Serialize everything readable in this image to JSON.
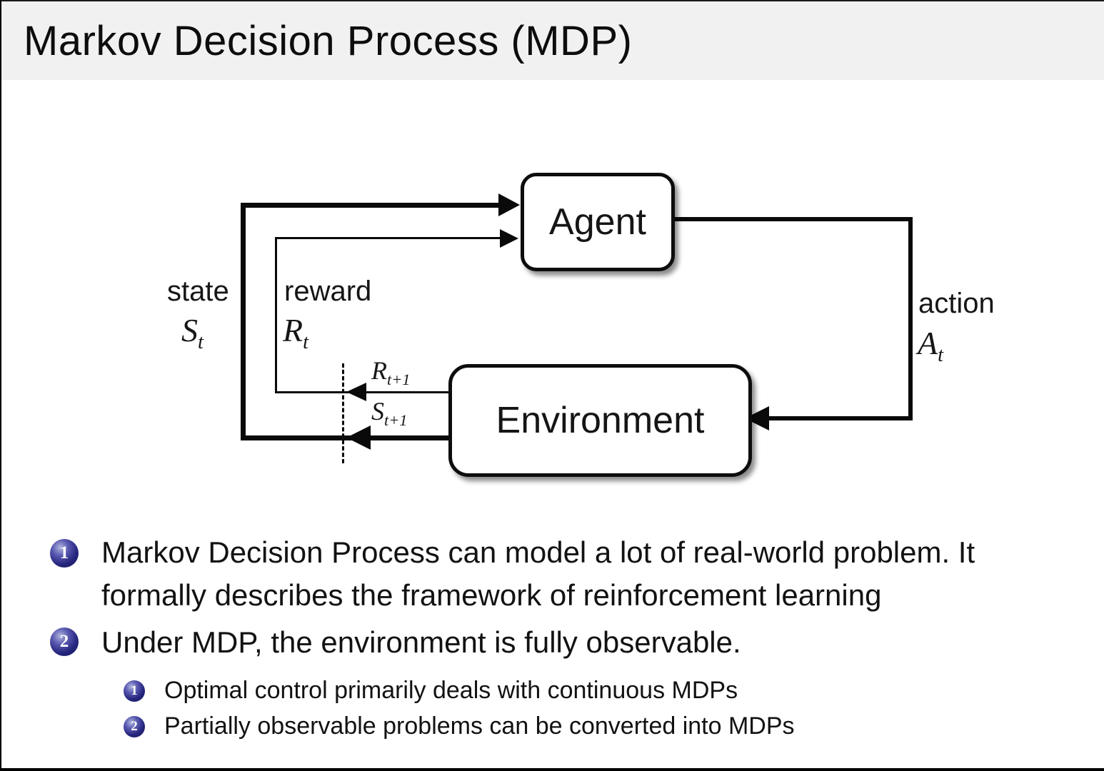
{
  "title": "Markov Decision Process (MDP)",
  "diagram": {
    "agent_label": "Agent",
    "environment_label": "Environment",
    "state_label": "state",
    "reward_label": "reward",
    "action_label": "action",
    "state_symbol": {
      "base": "S",
      "sub": "t"
    },
    "reward_symbol": {
      "base": "R",
      "sub": "t"
    },
    "action_symbol": {
      "base": "A",
      "sub": "t"
    },
    "next_reward_symbol": {
      "base": "R",
      "sub": "t+1"
    },
    "next_state_symbol": {
      "base": "S",
      "sub": "t+1"
    }
  },
  "bullets": [
    {
      "number": "1",
      "lines": [
        "Markov Decision Process can model a lot of real-world problem. It",
        "formally describes the framework of reinforcement learning"
      ]
    },
    {
      "number": "2",
      "lines": [
        "Under MDP, the environment is fully observable."
      ],
      "sub_bullets": [
        {
          "number": "1",
          "text": "Optimal control primarily deals with continuous MDPs"
        },
        {
          "number": "2",
          "text": "Partially observable problems can be converted into MDPs"
        }
      ]
    }
  ],
  "colors": {
    "badge_blue": "#26267e",
    "title_bar_bg": "#f1f1f1",
    "line_black": "#0a0a0a"
  }
}
